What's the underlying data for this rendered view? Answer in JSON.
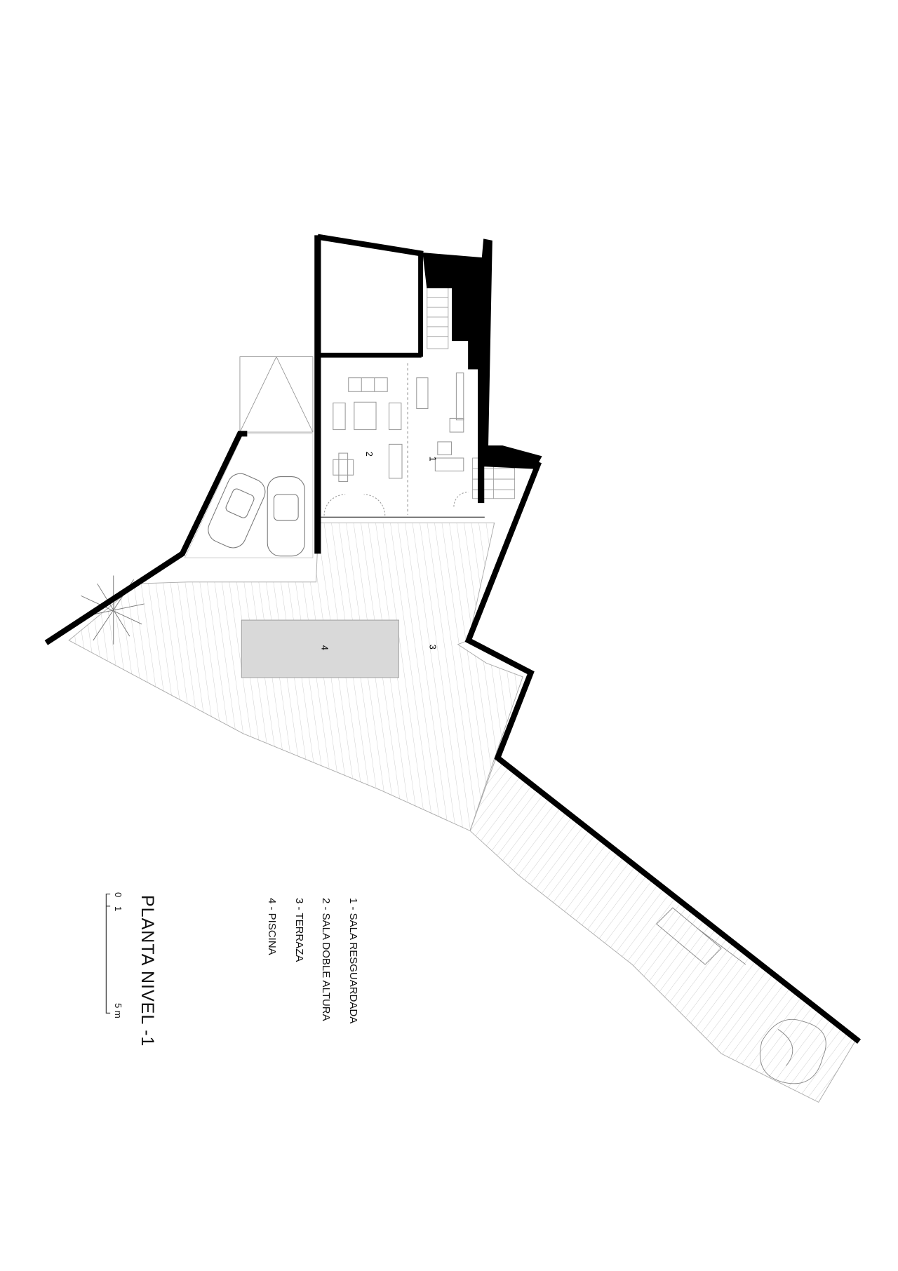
{
  "drawing": {
    "title": "PLANTA NIVEL -1",
    "room_labels": [
      "1",
      "2",
      "3",
      "4"
    ],
    "legend": [
      "1 - SALA RESGUARDADA",
      "2 - SALA DOBLE ALTURA",
      "3 - TERRAZA",
      "4 - PISCINA"
    ],
    "scale_bar": {
      "ticks": [
        "0",
        "1",
        "5 m"
      ]
    },
    "colors": {
      "wall": "#000000",
      "pool": "#d9d9d9",
      "line": "#9a9a9a"
    }
  }
}
